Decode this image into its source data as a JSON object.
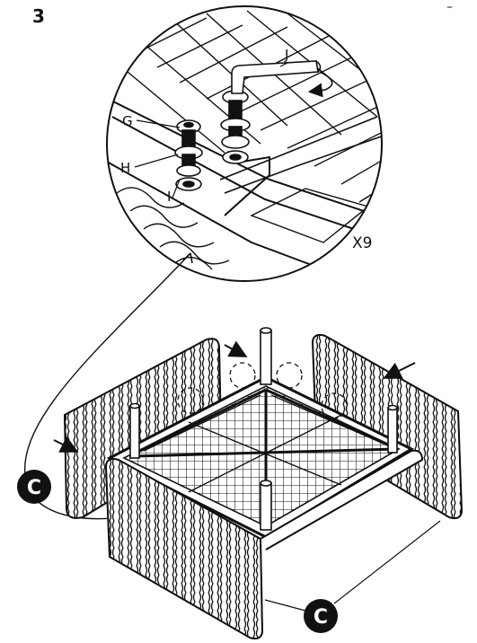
{
  "step": {
    "number": "3",
    "corner_mark": "–"
  },
  "detail": {
    "labels": {
      "g": "G",
      "h": "H",
      "i": "I",
      "j": "J"
    },
    "quantity": "X9"
  },
  "callouts": {
    "part_letter": "C"
  },
  "colors": {
    "ink": "#111111",
    "paper": "#ffffff",
    "badge": "#111111"
  },
  "icons": [
    "hex-key-icon",
    "rotate-arrow-icon",
    "push-arrow-icon"
  ]
}
